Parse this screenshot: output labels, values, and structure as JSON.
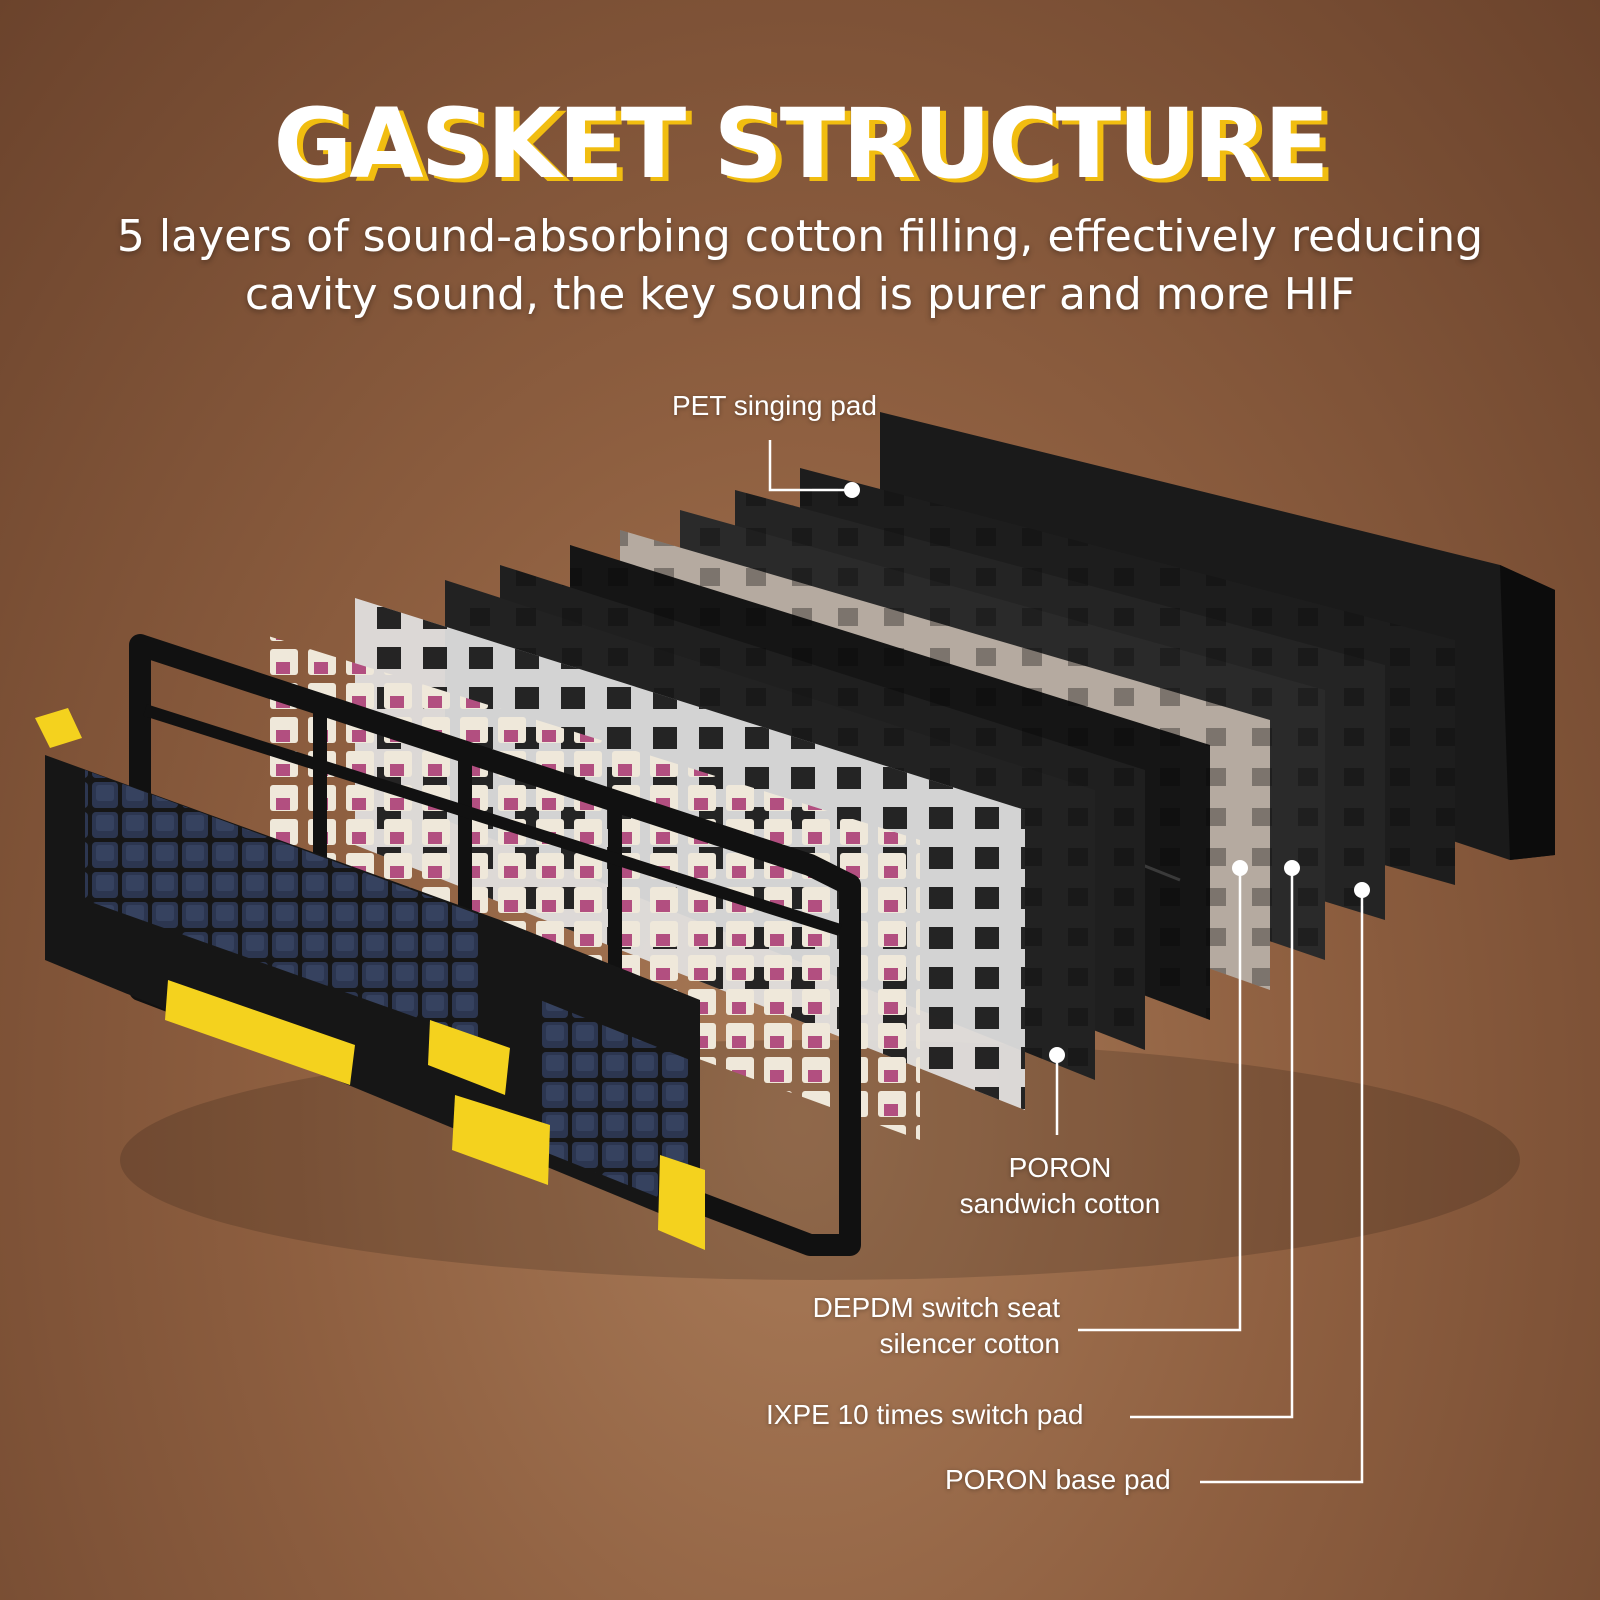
{
  "title": "GASKET STRUCTURE",
  "subtitle_lines": [
    "5 layers of sound-absorbing cotton filling, effectively reducing",
    "cavity sound, the key sound is purer and more HIF"
  ],
  "callouts": {
    "pet": "PET singing pad",
    "poron_sandwich": [
      "PORON",
      "sandwich cotton"
    ],
    "depdm": [
      "DEPDM switch seat",
      "silencer cotton"
    ],
    "ixpe": "IXPE 10 times switch pad",
    "poron_base": "PORON base pad"
  },
  "colors": {
    "accent_yellow": "#f1bd10",
    "keycap_navy": "#2c3650",
    "keycap_black": "#161616",
    "switch_pink": "#b24f80",
    "background_brown": "#8e5f40"
  }
}
